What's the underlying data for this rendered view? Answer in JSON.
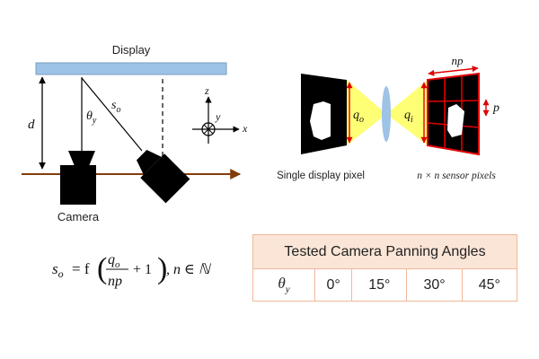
{
  "labels": {
    "display": "Display",
    "d": "d",
    "theta": "θ",
    "theta_sub": "y",
    "s": "s",
    "s_sub": "o",
    "axis_z": "z",
    "axis_y": "y",
    "axis_x": "x",
    "camera": "Camera",
    "np": "np",
    "p": "p",
    "q": "q",
    "q_sub_o": "o",
    "q_sub_i": "i",
    "single_pixel": "Single display pixel",
    "sensor_pixels": "n × n sensor pixels"
  },
  "formula": {
    "lhs": "s",
    "lhs_sub": "o",
    "eq": " = f ",
    "num": "q",
    "num_sub": "o",
    "den": "np",
    "plus": "+ 1",
    "tail": ", n ∈ ℕ"
  },
  "table": {
    "title": "Tested Camera Panning Angles",
    "row_label": "θ",
    "row_label_sub": "y",
    "angles": [
      "0°",
      "15°",
      "30°",
      "45°"
    ]
  },
  "colors": {
    "display_bar": "#9dc3e6",
    "rail": "#843c0c",
    "ray_fill": "#ffff66",
    "arrow_red": "#e00000",
    "lens": "#9dc3e6",
    "table_header": "#fbe5d6",
    "table_border": "#f2b79a"
  }
}
